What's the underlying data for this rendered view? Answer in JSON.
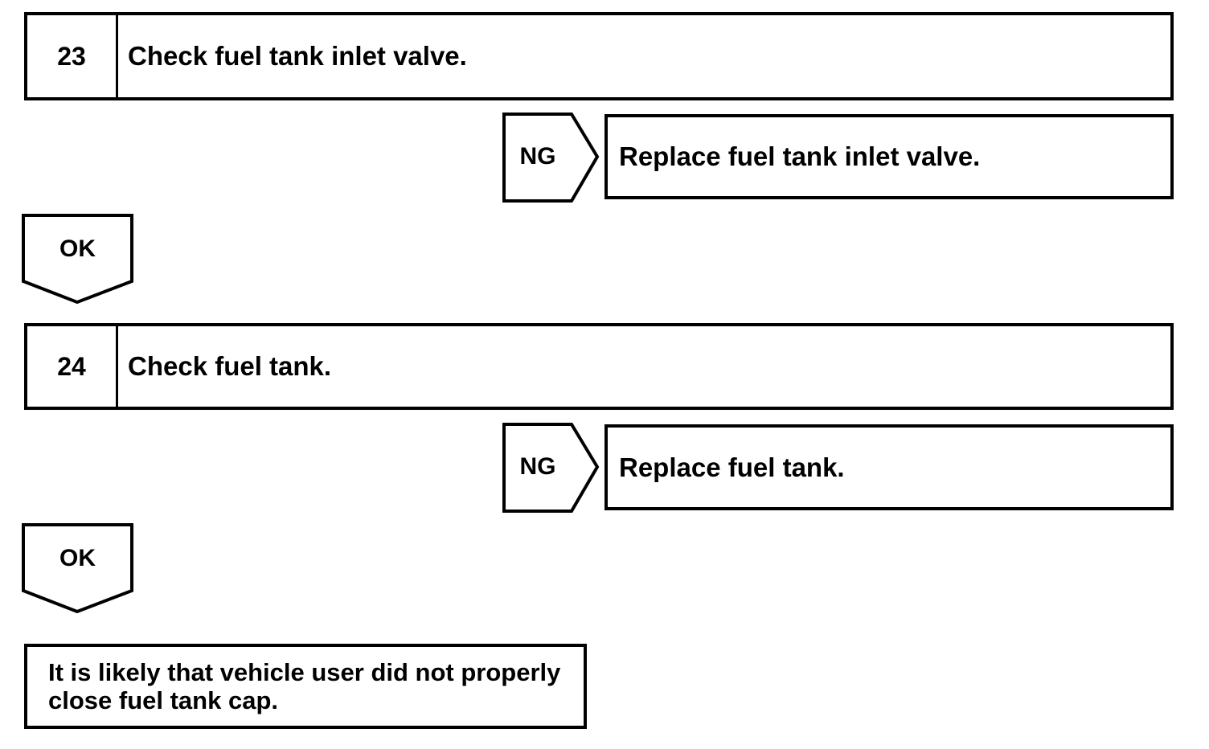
{
  "colors": {
    "ink": "#000000",
    "background": "#ffffff"
  },
  "flowchart": {
    "steps": [
      {
        "number": "23",
        "title": "Check fuel tank inlet valve.",
        "ng_label": "NG",
        "ng_action": "Replace fuel tank inlet valve.",
        "ok_label": "OK"
      },
      {
        "number": "24",
        "title": "Check fuel tank.",
        "ng_label": "NG",
        "ng_action": "Replace fuel tank.",
        "ok_label": "OK"
      }
    ],
    "conclusion": {
      "line1": "It is likely that vehicle user did not properly",
      "line2": "close fuel tank cap."
    }
  }
}
